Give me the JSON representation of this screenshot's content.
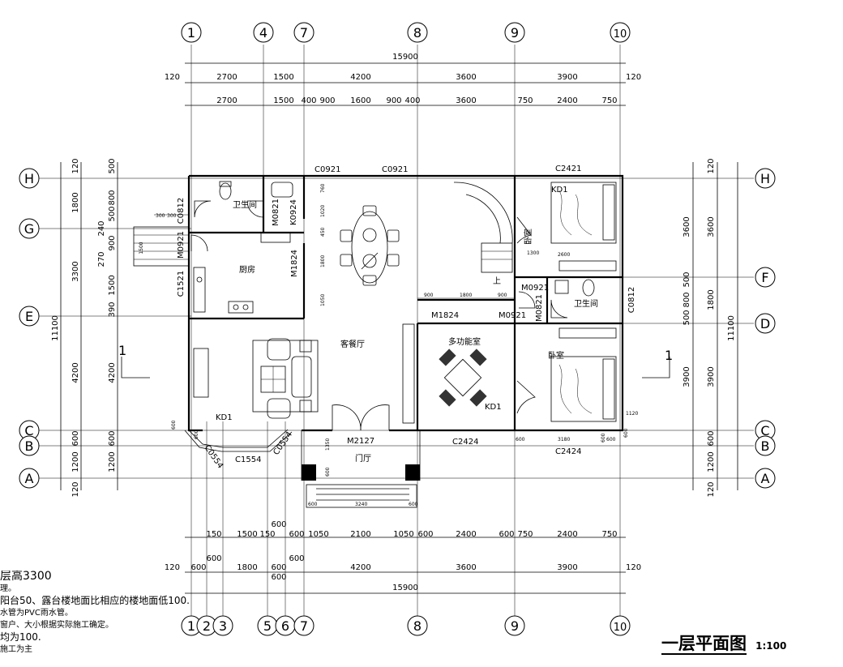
{
  "axes": {
    "top": [
      "1",
      "4",
      "7",
      "8",
      "9",
      "10"
    ],
    "bottom": [
      "1",
      "2",
      "3",
      "5",
      "6",
      "7",
      "8",
      "9",
      "10"
    ],
    "left": [
      "H",
      "G",
      "E",
      "C",
      "B",
      "A"
    ],
    "right": [
      "H",
      "F",
      "D",
      "C",
      "B",
      "A"
    ]
  },
  "dims": {
    "top_total": "15900",
    "top_row1": [
      "120",
      "2700",
      "1500",
      "4200",
      "3600",
      "3900",
      "120"
    ],
    "top_row2": [
      "2700",
      "1500",
      "400",
      "900",
      "1600",
      "900",
      "400",
      "3600",
      "750",
      "2400",
      "750"
    ],
    "bottom_row1": [
      "150",
      "1500",
      "150",
      "600",
      "1050",
      "2100",
      "1050",
      "600",
      "2400",
      "600",
      "750",
      "2400",
      "750"
    ],
    "bottom_row1_extra": [
      "600",
      "600"
    ],
    "bottom_row2": [
      "120",
      "600",
      "1800",
      "600",
      "4200",
      "3600",
      "3900",
      "120"
    ],
    "bottom_row2_extra": [
      "600",
      "600"
    ],
    "bottom_total": "15900",
    "left_inner": [
      "120",
      "500",
      "800",
      "500",
      "240",
      "900",
      "270",
      "1500",
      "390",
      "600",
      "1200",
      "120"
    ],
    "left_inner_small": [
      "300",
      "300"
    ],
    "left_stair": "1500",
    "left_outer": [
      "1800",
      "3300",
      "4200",
      "600",
      "1200"
    ],
    "left_total": "11100",
    "right_outer": [
      "3600",
      "1800",
      "3900",
      "600",
      "1200",
      "120",
      "120"
    ],
    "right_inner": [
      "3600",
      "500",
      "800",
      "500"
    ],
    "right_total": "11100",
    "interior": [
      "900",
      "1800",
      "900",
      "2600",
      "1300",
      "3180",
      "600",
      "600",
      "600",
      "600",
      "600",
      "1350",
      "3240",
      "600",
      "600",
      "760",
      "1020",
      "450",
      "1800",
      "1050",
      "1120",
      "600",
      "600"
    ]
  },
  "rooms": {
    "bath1": "卫生间",
    "kitchen": "厨房",
    "living": "客餐厅",
    "multi": "多功能室",
    "bed1": "卧室",
    "bath2": "卫生间",
    "bed2": "卧室",
    "foyer": "门厅",
    "up": "上"
  },
  "labels": {
    "c0921a": "C0921",
    "c0921b": "C0921",
    "c2421": "C2421",
    "kd1a": "KD1",
    "c0812a": "C0812",
    "m0821a": "M0821",
    "k0924": "K0924",
    "m0921a": "M0921",
    "c1521": "C1521",
    "m1824a": "M1824",
    "m0921b": "M0921",
    "m1824b": "M1824",
    "m0921c": "M0921",
    "m0821b": "M0821",
    "c0812b": "C0812",
    "kd1b": "KD1",
    "kd1c": "KD1",
    "c1554": "C1554",
    "c0554a": "C0554",
    "c0554b": "C0554",
    "m2127": "M2127",
    "c2424a": "C2424",
    "c2424b": "C2424",
    "section_left": "1",
    "section_right": "1"
  },
  "notes": [
    "层高3300",
    "理。",
    "阳台50、露台楼地面比相应的楼地面低100.",
    "水管为PVC雨水管。",
    "窗户、大小根据实际施工确定。",
    "均为100.",
    "施工为主"
  ],
  "title": "一层平面图",
  "scale": "1:100"
}
